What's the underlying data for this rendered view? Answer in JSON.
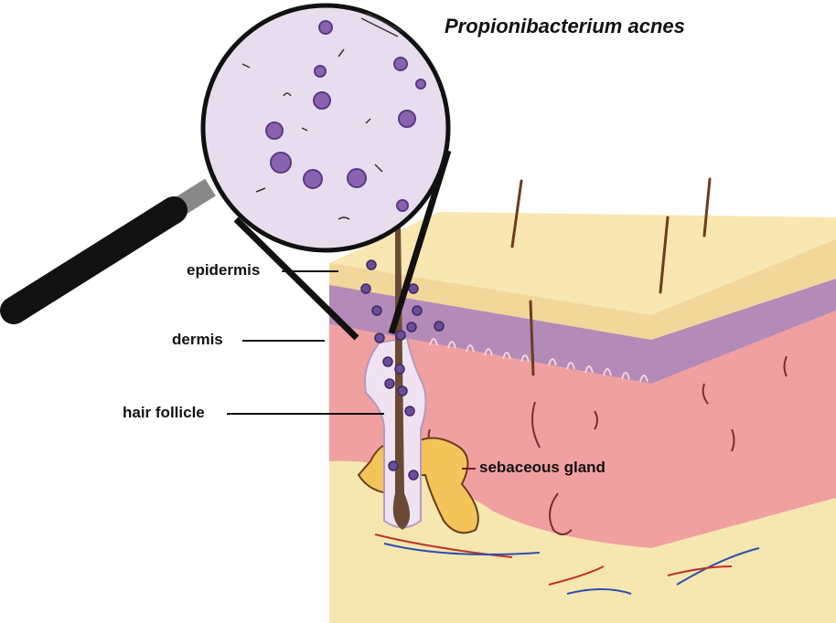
{
  "title": "Propionibacterium acnes",
  "labels": {
    "epidermis": "epidermis",
    "dermis": "dermis",
    "hair_follicle": "hair follicle",
    "sebaceous_gland": "sebaceous gland"
  },
  "colors": {
    "epidermis": "#f7e3a8",
    "basal": "#b48ab8",
    "dermis": "#f0a0a0",
    "subcutis": "#f6e7b0",
    "bacteria": "#6b4c9a",
    "gland": "#f2c45a"
  }
}
